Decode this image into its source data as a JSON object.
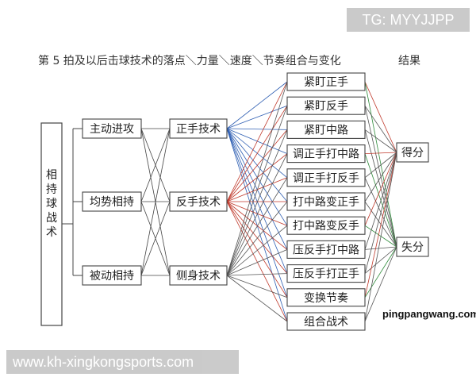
{
  "watermarks": {
    "top": "TG: MYYJJPP",
    "bottom": "www.kh-xingkongsports.com",
    "site": "pingpangwang.com"
  },
  "title": "第 5 拍及以后击球技术的落点＼力量＼速度＼节奏组合与变化",
  "result_header": "结果",
  "root": "相持球战术",
  "col1": [
    "主动进攻",
    "均势相持",
    "被动相持"
  ],
  "col2": [
    "正手技术",
    "反手技术",
    "侧身技术"
  ],
  "col3": [
    "紧盯正手",
    "紧盯反手",
    "紧盯中路",
    "调正手打中路",
    "调正手打反手",
    "打中路变正手",
    "打中路变反手",
    "压反手打中路",
    "压反手打正手",
    "变换节奏",
    "组合战术"
  ],
  "results": [
    "得分",
    "失分"
  ],
  "colors": {
    "link_blue": "#2f5fb3",
    "link_red": "#c0392b",
    "link_green": "#2e8b3a",
    "link_gray": "#555555"
  }
}
